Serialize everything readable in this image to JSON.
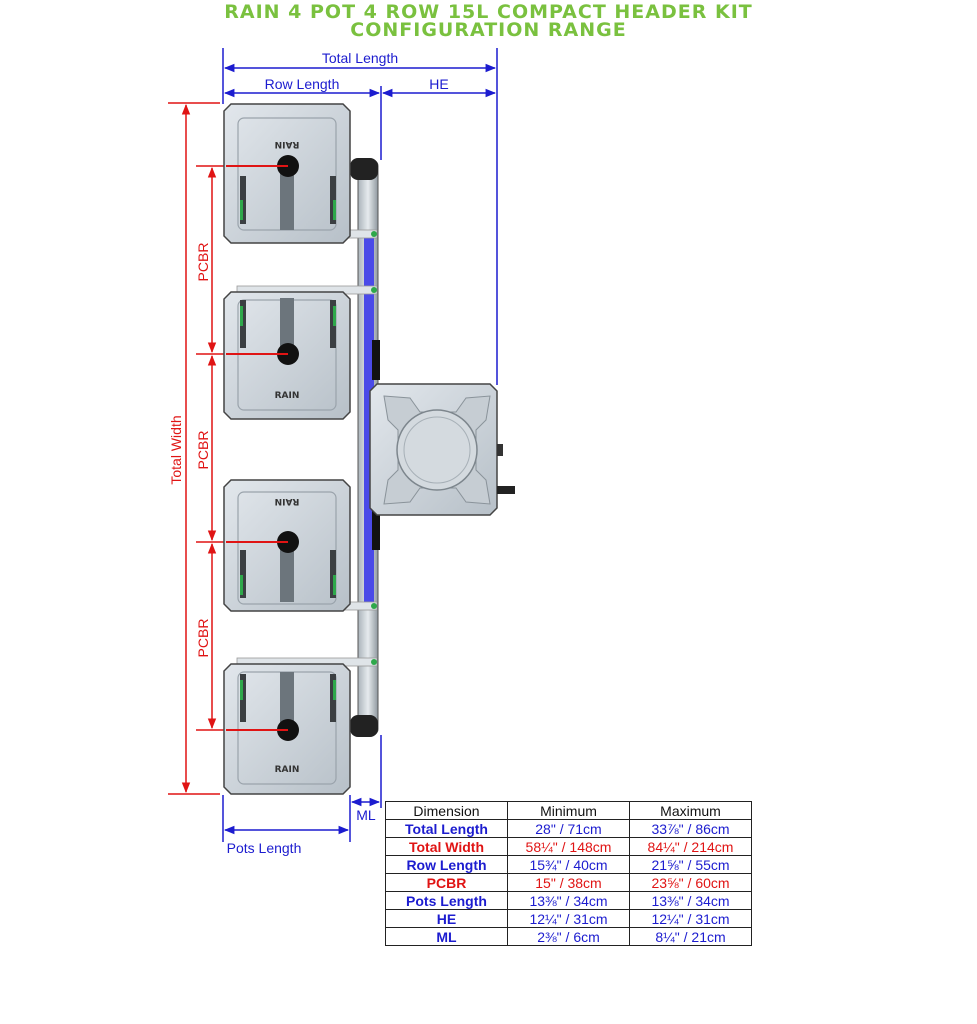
{
  "title": {
    "line1": "RAIN 4 POT 4 ROW 15L COMPACT HEADER KIT",
    "line2": "CONFIGURATION RANGE"
  },
  "labels": {
    "total_length": "Total Length",
    "row_length": "Row Length",
    "he": "HE",
    "total_width": "Total Width",
    "pcbr": "PCBR",
    "ml": "ML",
    "pots_length": "Pots Length",
    "pot_brand": "RAIN"
  },
  "colors": {
    "title": "#7ac13f",
    "dimension_blue": "#1c1ccf",
    "dimension_red": "#e01414",
    "pot_fill": "#cfd6dd",
    "pipe_blue": "#4a4ae8"
  },
  "table": {
    "headers": [
      "Dimension",
      "Minimum",
      "Maximum"
    ],
    "rows": [
      {
        "dimension": "Total Length",
        "min": "28\" / 71cm",
        "max": "33⅞\" / 86cm",
        "color": "blue"
      },
      {
        "dimension": "Total Width",
        "min": "58¼\" / 148cm",
        "max": "84¼\" / 214cm",
        "color": "red"
      },
      {
        "dimension": "Row Length",
        "min": "15¾\" / 40cm",
        "max": "21⅝\" / 55cm",
        "color": "blue"
      },
      {
        "dimension": "PCBR",
        "min": "15\" / 38cm",
        "max": "23⅝\" / 60cm",
        "color": "red"
      },
      {
        "dimension": "Pots Length",
        "min": "13⅜\" / 34cm",
        "max": "13⅜\" / 34cm",
        "color": "blue"
      },
      {
        "dimension": "HE",
        "min": "12¼\" / 31cm",
        "max": "12¼\" / 31cm",
        "color": "blue"
      },
      {
        "dimension": "ML",
        "min": "2⅜\" / 6cm",
        "max": "8¼\" / 21cm",
        "color": "blue"
      }
    ]
  }
}
